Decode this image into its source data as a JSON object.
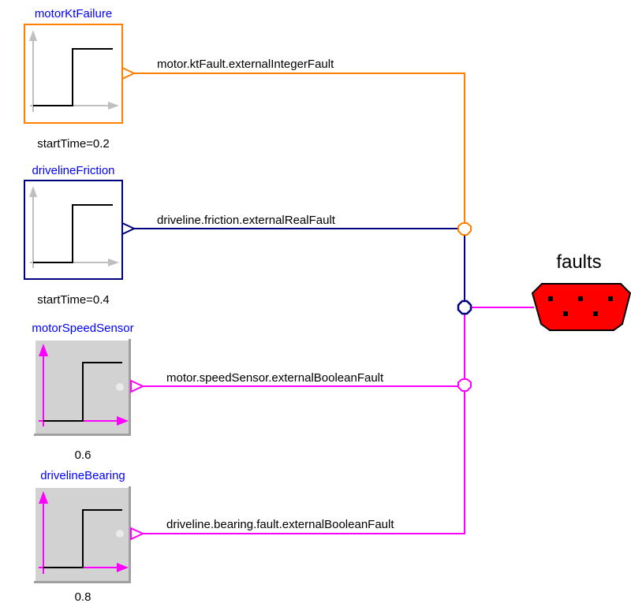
{
  "colors": {
    "orange": "#ff8000",
    "navy": "#00007f",
    "magenta": "#ff00ff",
    "blue_label": "#0000ff",
    "gray_axis": "#bfbfbf",
    "block_gray": "#d2d2d2",
    "connector_red": "#ff0000"
  },
  "blocks": [
    {
      "name": "motorKtFailure",
      "param": "startTime=0.2",
      "type": "integer-step",
      "icon": "step-icon"
    },
    {
      "name": "drivelineFriction",
      "param": "startTime=0.4",
      "type": "real-step",
      "icon": "step-icon"
    },
    {
      "name": "motorSpeedSensor",
      "param": "0.6",
      "type": "boolean-step",
      "icon": "boolean-step-icon"
    },
    {
      "name": "drivelineBearing",
      "param": "0.8",
      "type": "boolean-step",
      "icon": "boolean-step-icon"
    }
  ],
  "connections": [
    {
      "label": "motor.ktFault.externalIntegerFault"
    },
    {
      "label": "driveline.friction.externalRealFault"
    },
    {
      "label": "motor.speedSensor.externalBooleanFault"
    },
    {
      "label": "driveline.bearing.fault.externalBooleanFault"
    }
  ],
  "bus": {
    "title": "faults",
    "icon": "bus-connector-icon"
  }
}
